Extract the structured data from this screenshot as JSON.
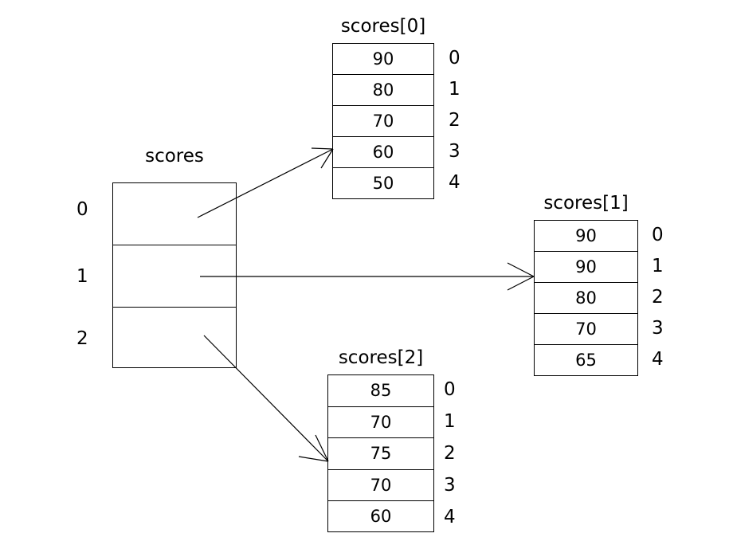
{
  "diagram": {
    "type": "array-of-arrays-pointer-diagram",
    "background_color": "#ffffff",
    "line_color": "#000000",
    "text_color": "#000000"
  },
  "pointer_array": {
    "title": "scores",
    "index_labels": [
      "0",
      "1",
      "2"
    ],
    "cells": [
      "",
      "",
      ""
    ]
  },
  "sub_arrays": [
    {
      "title": "scores[0]",
      "index_labels": [
        "0",
        "1",
        "2",
        "3",
        "4"
      ],
      "values": [
        "90",
        "80",
        "70",
        "60",
        "50"
      ]
    },
    {
      "title": "scores[1]",
      "index_labels": [
        "0",
        "1",
        "2",
        "3",
        "4"
      ],
      "values": [
        "90",
        "90",
        "80",
        "70",
        "65"
      ]
    },
    {
      "title": "scores[2]",
      "index_labels": [
        "0",
        "1",
        "2",
        "3",
        "4"
      ],
      "values": [
        "85",
        "70",
        "75",
        "70",
        "60"
      ]
    }
  ],
  "arrows": [
    {
      "name": "arrow-to-scores-0",
      "from_cell": "0",
      "to_array": "scores[0]"
    },
    {
      "name": "arrow-to-scores-1",
      "from_cell": "1",
      "to_array": "scores[1]"
    },
    {
      "name": "arrow-to-scores-2",
      "from_cell": "2",
      "to_array": "scores[2]"
    }
  ]
}
